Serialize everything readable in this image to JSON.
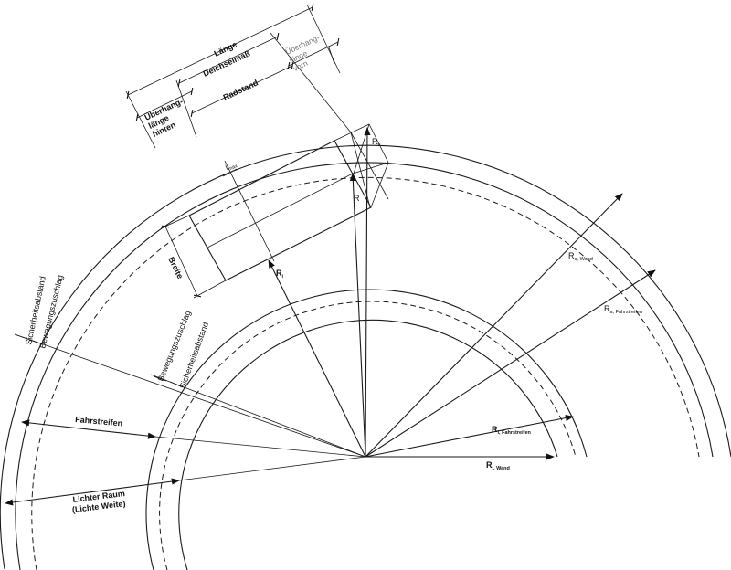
{
  "labels": {
    "laenge": "Länge",
    "deichselmass": "Deichselmaß",
    "radstand": "Radstand",
    "ueberhang_hinten_1": "Überhang-",
    "ueberhang_hinten_2": "länge",
    "ueberhang_hinten_3": "hinten",
    "ueberhang_vorn_1": "Überhang-",
    "ueberhang_vorn_2": "länge",
    "ueberhang_vorn_3": "vorn",
    "breite": "Breite",
    "i_max_main": "i",
    "i_max_sub": "max",
    "ri_main": "R",
    "ri_sub": "i",
    "r_front_main": "R",
    "r_front_sub": "v",
    "r_rear": "R",
    "ra_wall_main": "R",
    "ra_wall_sub": "a, Wand",
    "ra_lane_main": "R",
    "ra_lane_sub": "a, Fahrstreifen",
    "ri_lane_main": "R",
    "ri_lane_sub": "i, Fahrstreifen",
    "ri_wall_main": "R",
    "ri_wall_sub": "i, Wand",
    "sicherheitsabstand": "Sicherheitsabstand",
    "bewegungszuschlag": "Bewegungszuschlag",
    "fahrstreifen": "Fahrstreifen",
    "lichter_raum": "Lichter Raum",
    "lichte_weite": "(Lichte Weite)"
  }
}
